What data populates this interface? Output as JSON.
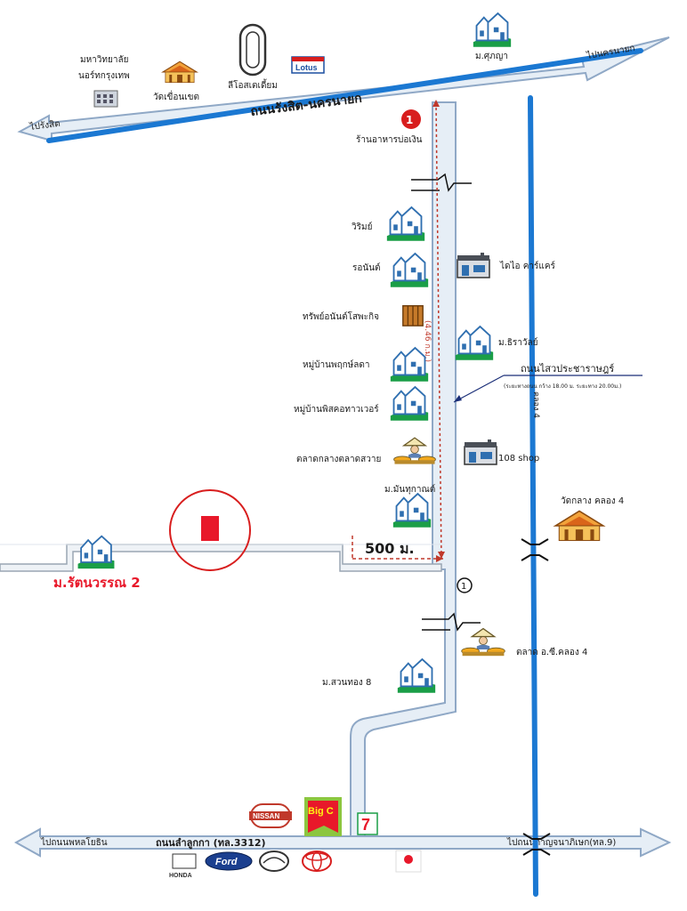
{
  "map": {
    "roads": {
      "top_road": "ถนนรังสิต-นครนายก",
      "top_road_to_left": "ไปรังสิต",
      "top_road_to_right": "ไปนครนายก",
      "bottom_road": "ถนนลำลูกกา (ทล.3312)",
      "bottom_road_to_left": "ไปถนนพหลโยธิน",
      "bottom_road_to_right": "ไปถนนกาญจนาภิเษก(ทล.9)",
      "side_road": "ถนนไสวประชาราษฎร์",
      "side_road_note": "(ระยะทางถนน กว้าง 18.00 ม. ระยะทาง 20.00ม.)",
      "canal": "คลอง 4",
      "side_road_distance": "(4.46 ก.ม.)",
      "soi_distance": "500 ม."
    },
    "landmarks": {
      "university": "มหาวิทยาลัย\nนอร์ทกรุงเทพ",
      "temple_top": "วัดเขื่อนเขต",
      "stadium": "ลีโอสเตเดี้ยม",
      "lotus": "Lotus",
      "village_top": "ม.ศุภญา",
      "restaurant": "ร้านอาหารบ่อเงิน",
      "vireme": "วิริมย์",
      "ronan": "รอนันต์",
      "bangkok_eco": "ทรัพย์อนันต์โสพะกิจ",
      "daidai": "ไดไอ คาร์แคร์",
      "thirawan": "ม.ธิราวัลย์",
      "pruksa": "หมู่บ้านพฤกษ์ลดา",
      "pleasure_tower": "หมู่บ้านพิสคอทาวเวอร์",
      "market": "ตลาดกลางตลาดสวาย",
      "shop_108": "108 shop",
      "village_mun": "ม.มันทุกาณต์",
      "temple_right": "วัดกลาง คลอง 4",
      "village_rattana": "ม.รัตนวรรณ 2",
      "market_2": "ตลาด อ.ซี.คลอง 4",
      "village_suan": "ม.สวนทอง 8",
      "marker_number": "1"
    },
    "brands": {
      "nissan": "NISSAN",
      "bigc": "Big C",
      "seven": "7",
      "honda": "HONDA",
      "ford": "Ford"
    },
    "colors": {
      "road_fill": "#e6eef6",
      "road_edge": "#8fa8c6",
      "canal": "#1b78d2",
      "target": "#e8182a",
      "distance_line": "#c0392b",
      "village_green": "#1a9e47"
    }
  }
}
